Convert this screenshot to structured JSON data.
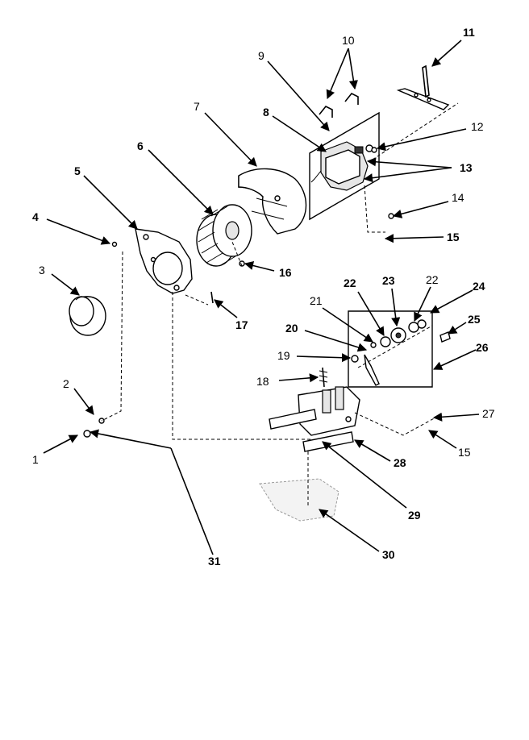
{
  "callouts": [
    {
      "id": "1",
      "label": "1",
      "weight": "light"
    },
    {
      "id": "2",
      "label": "2",
      "weight": "light"
    },
    {
      "id": "3",
      "label": "3",
      "weight": "light"
    },
    {
      "id": "4",
      "label": "4",
      "weight": "bold"
    },
    {
      "id": "5",
      "label": "5",
      "weight": "bold"
    },
    {
      "id": "6",
      "label": "6",
      "weight": "bold"
    },
    {
      "id": "7",
      "label": "7",
      "weight": "light"
    },
    {
      "id": "8",
      "label": "8",
      "weight": "bold"
    },
    {
      "id": "9",
      "label": "9",
      "weight": "light"
    },
    {
      "id": "10",
      "label": "10",
      "weight": "light"
    },
    {
      "id": "11",
      "label": "11",
      "weight": "bold"
    },
    {
      "id": "12",
      "label": "12",
      "weight": "light"
    },
    {
      "id": "13",
      "label": "13",
      "weight": "bold"
    },
    {
      "id": "14",
      "label": "14",
      "weight": "light"
    },
    {
      "id": "15a",
      "label": "15",
      "weight": "bold"
    },
    {
      "id": "16",
      "label": "16",
      "weight": "bold"
    },
    {
      "id": "17",
      "label": "17",
      "weight": "bold"
    },
    {
      "id": "18",
      "label": "18",
      "weight": "light"
    },
    {
      "id": "19",
      "label": "19",
      "weight": "light"
    },
    {
      "id": "20",
      "label": "20",
      "weight": "bold"
    },
    {
      "id": "21",
      "label": "21",
      "weight": "light"
    },
    {
      "id": "22a",
      "label": "22",
      "weight": "bold"
    },
    {
      "id": "23",
      "label": "23",
      "weight": "bold"
    },
    {
      "id": "22b",
      "label": "22",
      "weight": "light"
    },
    {
      "id": "24",
      "label": "24",
      "weight": "bold"
    },
    {
      "id": "25",
      "label": "25",
      "weight": "bold"
    },
    {
      "id": "26",
      "label": "26",
      "weight": "bold"
    },
    {
      "id": "27",
      "label": "27",
      "weight": "light"
    },
    {
      "id": "15b",
      "label": "15",
      "weight": "light"
    },
    {
      "id": "28",
      "label": "28",
      "weight": "bold"
    },
    {
      "id": "29",
      "label": "29",
      "weight": "bold"
    },
    {
      "id": "30",
      "label": "30",
      "weight": "bold"
    },
    {
      "id": "31",
      "label": "31",
      "weight": "bold"
    }
  ]
}
